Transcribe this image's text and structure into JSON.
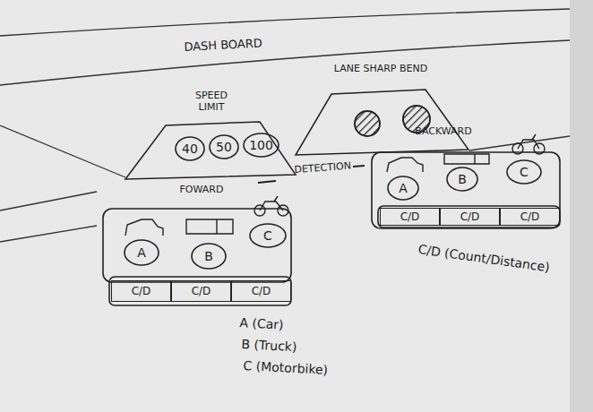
{
  "diagram": {
    "nodes": [
      {
        "text": [
          "SPEED LIMIT"
        ]
      },
      {
        "text": [
          "40"
        ],
        "in": 0
      },
      {
        "text": [
          "50"
        ],
        "in": 0
      },
      {
        "text": [
          "100"
        ],
        "in": 0
      },
      {
        "text": [
          "LANE SHARP BEND"
        ]
      },
      {
        "text": [
          "FOWARD"
        ]
      },
      {
        "text": [
          "A"
        ],
        "in": 5
      },
      {
        "text": [
          "B"
        ],
        "in": 5
      },
      {
        "text": [
          "C"
        ],
        "in": 5
      },
      {
        "text": [
          "C/D"
        ],
        "in": 5
      },
      {
        "text": [
          "C/D"
        ],
        "in": 5
      },
      {
        "text": [
          "C/D"
        ],
        "in": 5
      },
      {
        "text": [
          "BACKWARD"
        ]
      },
      {
        "text": [
          "A"
        ],
        "in": 12
      },
      {
        "text": [
          "B"
        ],
        "in": 12
      },
      {
        "text": [
          "C"
        ],
        "in": 12
      },
      {
        "text": [
          "C/D"
        ],
        "in": 12
      },
      {
        "text": [
          "C/D"
        ],
        "in": 12
      },
      {
        "text": [
          "C/D"
        ],
        "in": 12
      }
    ],
    "labels": [
      "DASH BOARD",
      "DETECTION",
      "C/D (Count/Distance)",
      "A (Car)",
      "B (Truck)",
      "C (Motorbike)"
    ]
  }
}
